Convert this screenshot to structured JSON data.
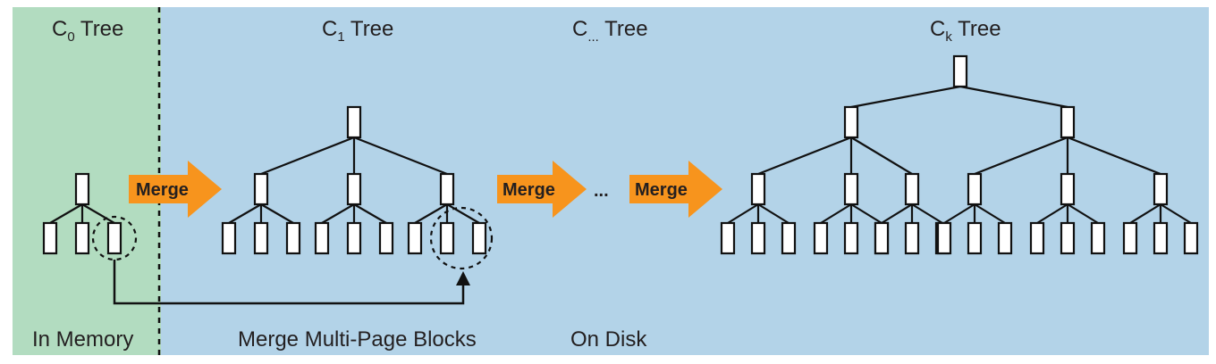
{
  "regions": {
    "memory_color": "#b2dcc0",
    "disk_color": "#b3d3e8",
    "bottom_left": "In Memory",
    "bottom_right": "On Disk",
    "bottom_middle": "Merge Multi-Page Blocks"
  },
  "trees": [
    {
      "letter": "C",
      "sub": "0",
      "suffix": " Tree"
    },
    {
      "letter": "C",
      "sub": "1",
      "suffix": " Tree"
    },
    {
      "letter": "C",
      "sub": "...",
      "suffix": " Tree"
    },
    {
      "letter": "C",
      "sub": "k",
      "suffix": " Tree"
    }
  ],
  "arrows": {
    "color": "#f7941d",
    "merge_1": "Merge",
    "merge_2": "Merge",
    "merge_3": "Merge",
    "ellipsis": "..."
  }
}
